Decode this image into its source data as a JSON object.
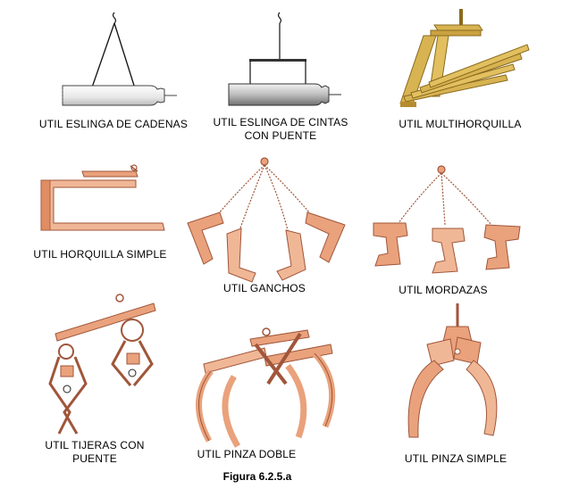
{
  "colors": {
    "copper": "#e9a27c",
    "copper_dark": "#a0563a",
    "gold": "#d8b352",
    "gold_dark": "#8a6a1e",
    "steel": "#c9c9c9",
    "steel_dark": "#555555",
    "line": "#222222"
  },
  "items": [
    {
      "caption": "UTIL ESLINGA DE CADENAS",
      "icon": "chain-sling-tool-icon"
    },
    {
      "caption": "UTIL ESLINGA DE CINTAS\nCON PUENTE",
      "icon": "belt-sling-bridge-tool-icon"
    },
    {
      "caption": "UTIL MULTIHORQUILLA",
      "icon": "multi-fork-tool-icon"
    },
    {
      "caption": "UTIL HORQUILLA SIMPLE",
      "icon": "single-fork-tool-icon"
    },
    {
      "caption": "UTIL GANCHOS",
      "icon": "hooks-tool-icon"
    },
    {
      "caption": "UTIL MORDAZAS",
      "icon": "jaws-tool-icon"
    },
    {
      "caption": "UTIL TIJERAS CON\nPUENTE",
      "icon": "scissors-bridge-tool-icon"
    },
    {
      "caption": "UTIL PINZA DOBLE",
      "icon": "double-clamp-tool-icon"
    },
    {
      "caption": "UTIL PINZA SIMPLE",
      "icon": "single-clamp-tool-icon"
    }
  ],
  "figure_label": "Figura 6.2.5.a"
}
